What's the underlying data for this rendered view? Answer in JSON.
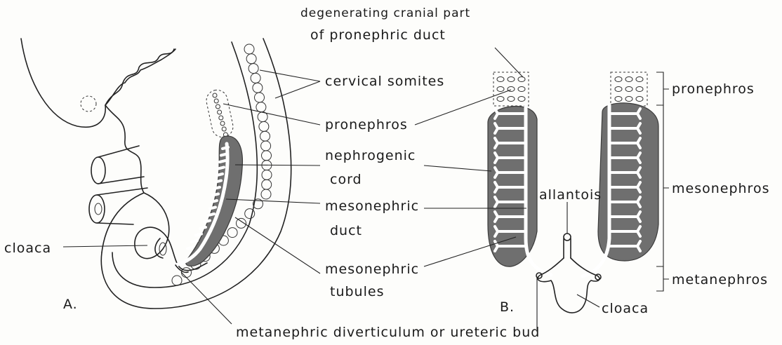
{
  "panels": {
    "a_letter": "A.",
    "b_letter": "B."
  },
  "labels": {
    "degenerating_line1": "degenerating cranial part",
    "degenerating_line2": "of pronephric duct",
    "cervical_somites": "cervical somites",
    "pronephros_a": "pronephros",
    "nephrogenic_line1": "nephrogenic",
    "nephrogenic_line2": "cord",
    "mesonephric_duct_line1": "mesonephric",
    "mesonephric_duct_line2": "duct",
    "mesonephric_tubules_line1": "mesonephric",
    "mesonephric_tubules_line2": "tubules",
    "cloaca_a": "cloaca",
    "metanephric": "metanephric diverticulum or ureteric bud",
    "allantois": "allantois",
    "cloaca_b": "cloaca",
    "pronephros_b": "pronephros",
    "mesonephros": "mesonephros",
    "metanephros": "metanephros"
  },
  "colors": {
    "tissue_shading": "#6f6f6f",
    "ink": "#222222",
    "background": "#fdfdfb"
  }
}
